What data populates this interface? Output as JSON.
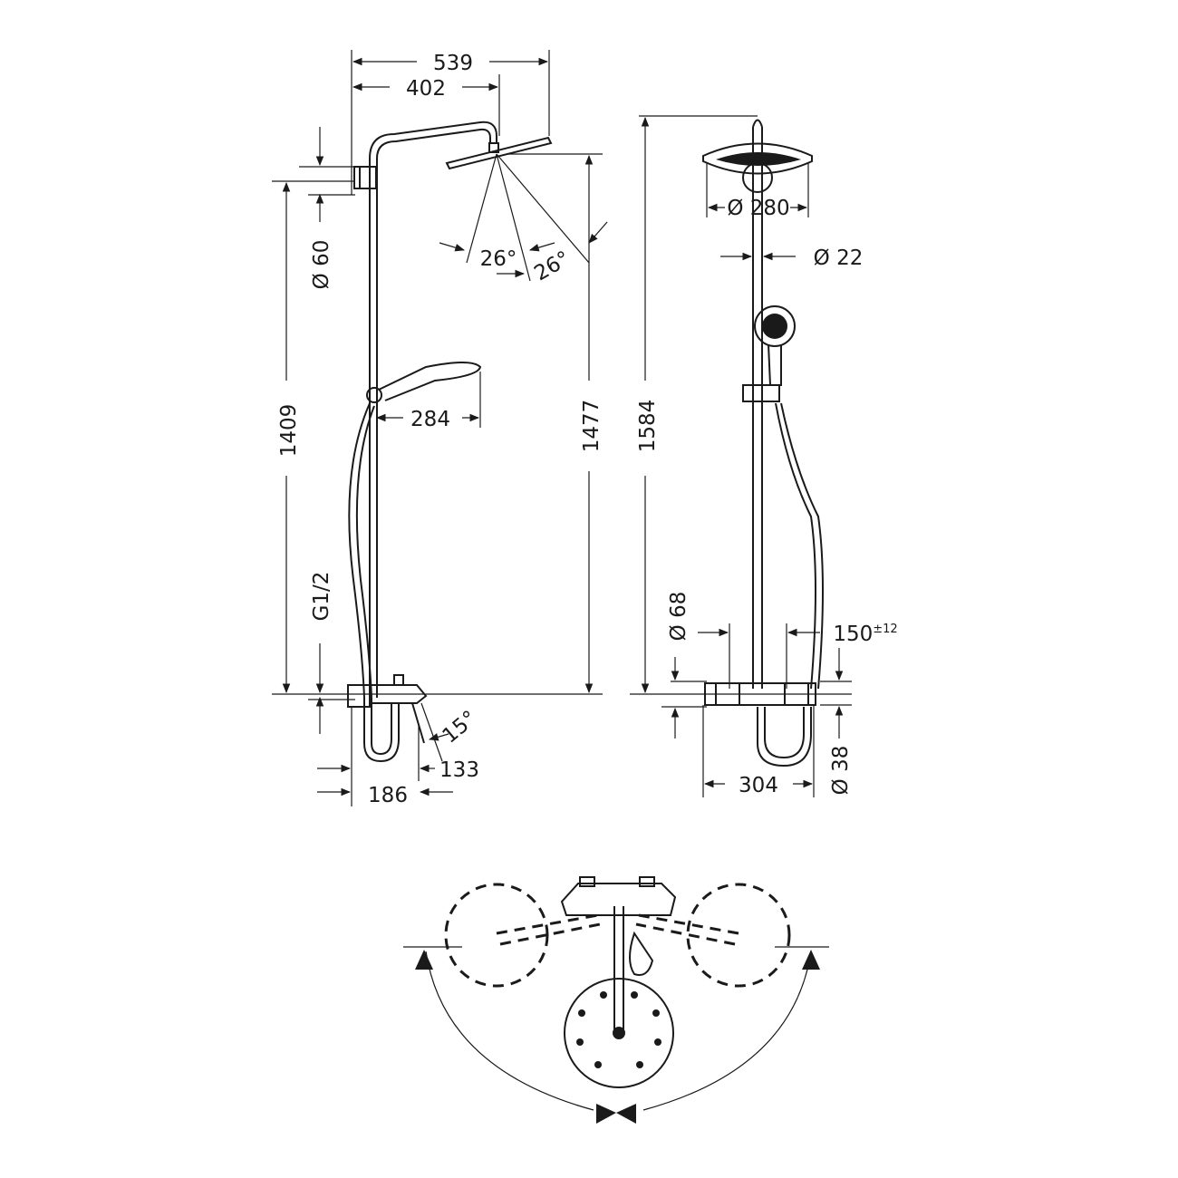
{
  "side_view": {
    "arm_total": "539",
    "arm_to_head_center": "402",
    "wall_bracket_diameter": "Ø 60",
    "height_to_bracket": "1409",
    "handshower_reach": "284",
    "height_to_head": "1477",
    "inlet_thread": "G1/2",
    "spout_angle": "15°",
    "spout_offset": "133",
    "mixer_depth": "186",
    "spray_angle_1": "26°",
    "spray_angle_2": "26°"
  },
  "front_view": {
    "total_height": "1584",
    "head_diameter": "Ø 280",
    "rail_diameter": "Ø 22",
    "escutcheon_diameter": "Ø 68",
    "inlet_spacing": "150",
    "inlet_tolerance": "±12",
    "mixer_width": "304",
    "mixer_body_diameter": "Ø 38"
  },
  "top_view": {
    "swivel_positions": 3
  },
  "colors": {
    "line": "#1a1a1a",
    "background": "#ffffff"
  }
}
